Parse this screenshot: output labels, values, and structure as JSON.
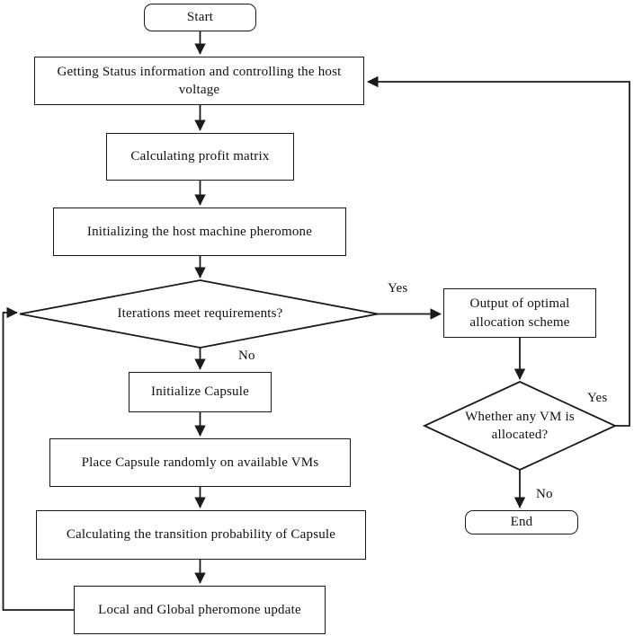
{
  "flowchart": {
    "nodes": {
      "start": {
        "label": "Start",
        "shape": "terminator"
      },
      "get_status": {
        "label": "Getting Status information and controlling the host voltage",
        "shape": "process"
      },
      "profit_matrix": {
        "label": "Calculating profit matrix",
        "shape": "process"
      },
      "init_pheromone": {
        "label": "Initializing the host machine pheromone",
        "shape": "process"
      },
      "iterations_check": {
        "label": "Iterations meet requirements?",
        "shape": "decision"
      },
      "output_scheme": {
        "label": "Output of optimal allocation scheme",
        "shape": "process"
      },
      "init_capsule": {
        "label": "Initialize Capsule",
        "shape": "process"
      },
      "place_capsule": {
        "label": "Place Capsule randomly on available VMs",
        "shape": "process"
      },
      "transition_probability": {
        "label": "Calculating the transition probability of Capsule",
        "shape": "process"
      },
      "pheromone_update": {
        "label": "Local and Global pheromone update",
        "shape": "process"
      },
      "vm_check": {
        "label": "Whether any VM is allocated?",
        "shape": "decision"
      },
      "end": {
        "label": "End",
        "shape": "terminator"
      }
    },
    "edge_labels": {
      "iterations_yes": "Yes",
      "iterations_no": "No",
      "vm_yes": "Yes",
      "vm_no": "No"
    },
    "colors": {
      "line": "#1a1a1a",
      "background": "#ffffff",
      "node_fill": "#ffffff"
    }
  }
}
